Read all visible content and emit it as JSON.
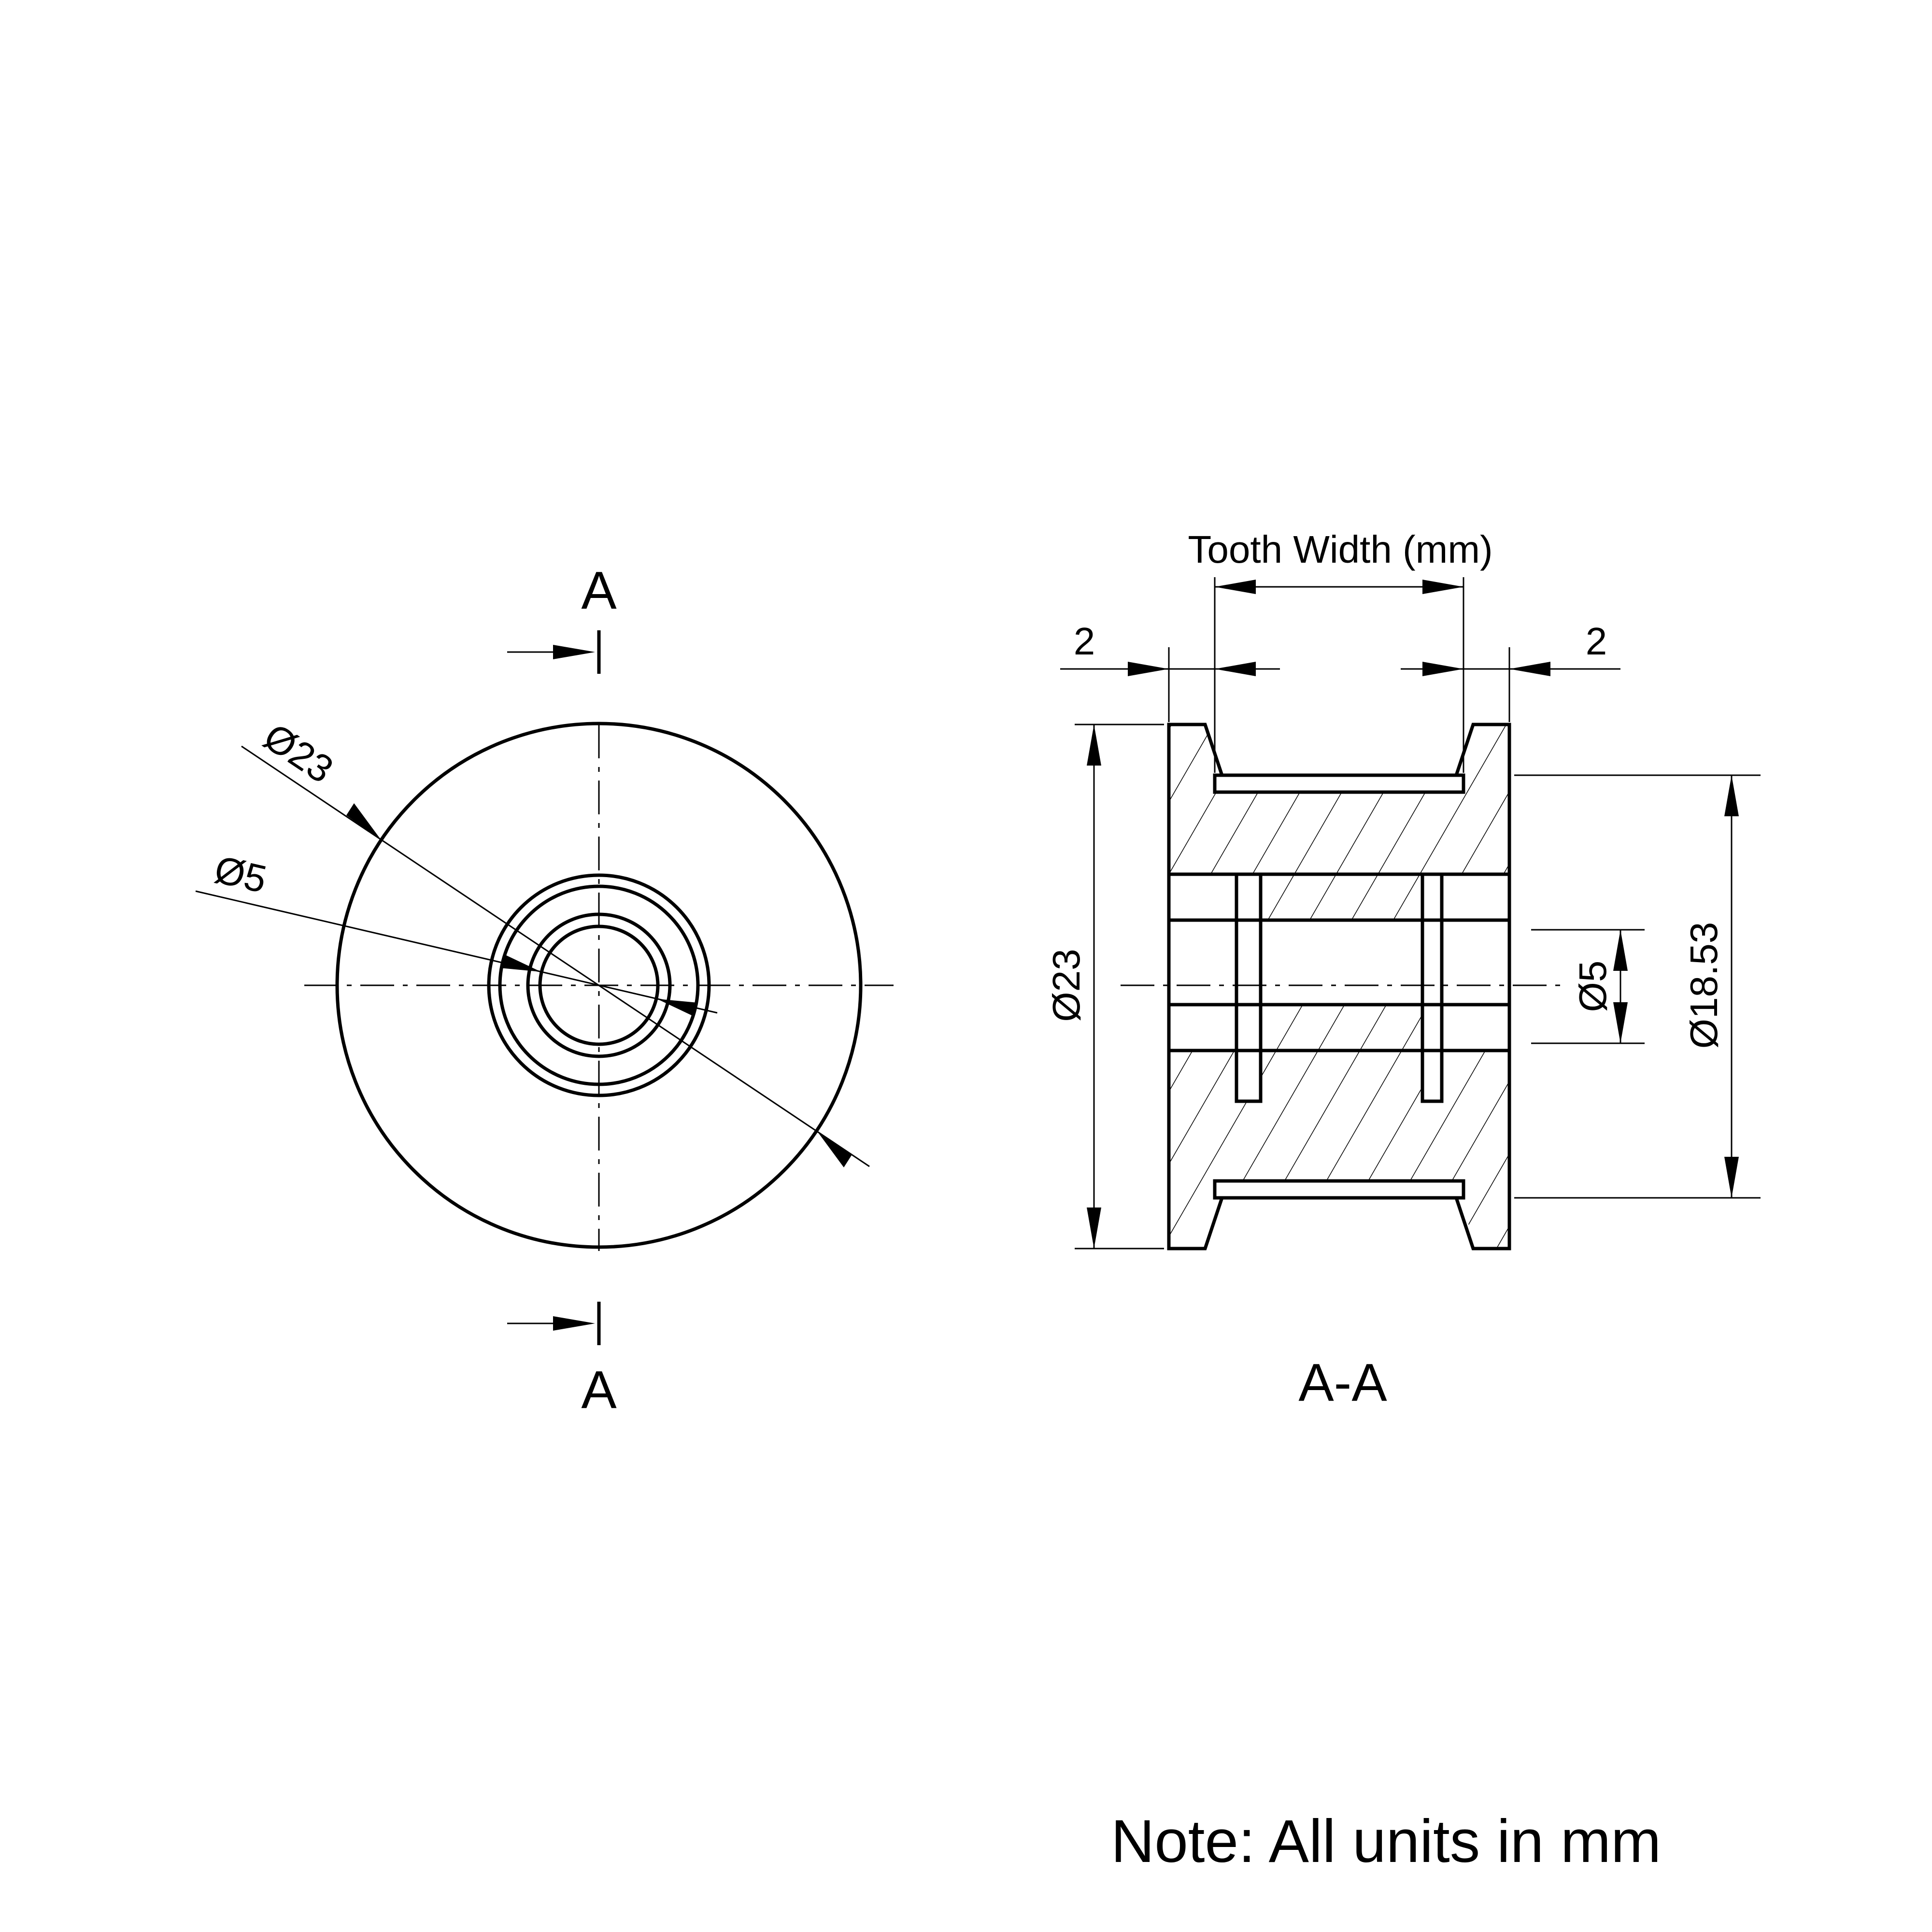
{
  "front_view": {
    "section_label_top": "A",
    "section_label_bottom": "A",
    "dim_outer_diameter": "Ø23",
    "dim_bore_diameter": "Ø5"
  },
  "section_view": {
    "title": "A-A",
    "dim_tooth_width": "Tooth Width (mm)",
    "dim_flange_left": "2",
    "dim_flange_right": "2",
    "dim_outer_diameter": "Ø23",
    "dim_bore_diameter": "Ø5",
    "dim_tooth_diameter": "Ø18.53"
  },
  "note": "Note: All units in mm"
}
